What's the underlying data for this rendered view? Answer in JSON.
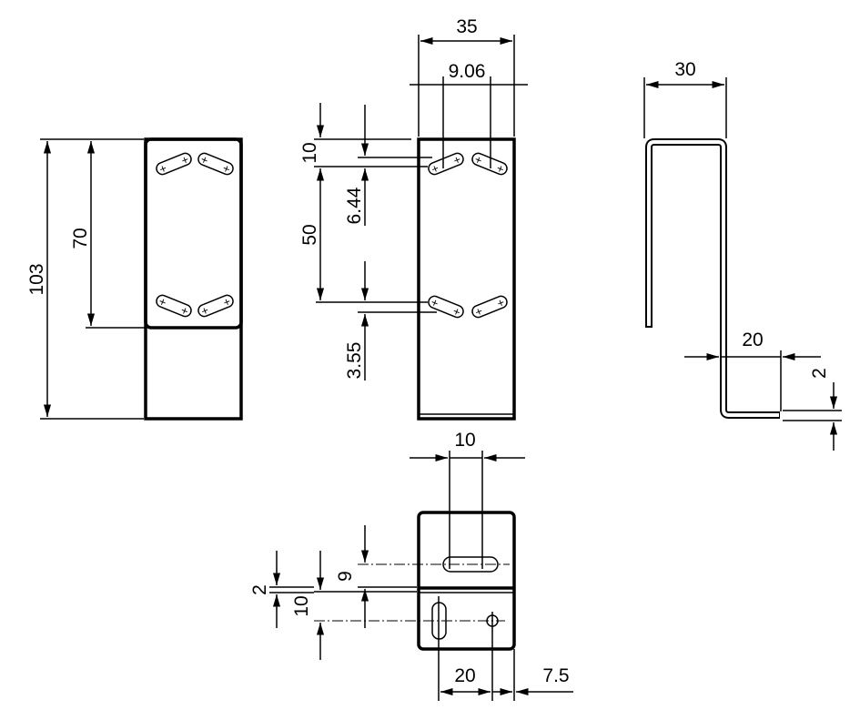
{
  "views": {
    "left": {
      "dim_height": "103",
      "dim_plate": "70"
    },
    "front": {
      "dim_width": "35",
      "dim_slot_spacing": "9.06",
      "dim_top": "10",
      "dim_vertical": "50",
      "dim_offset_top": "6.44",
      "dim_offset_bottom": "3.55"
    },
    "side": {
      "dim_depth": "30",
      "dim_foot": "20",
      "dim_thickness": "2"
    },
    "bottom": {
      "dim_slot_width": "10",
      "dim_slot_pos": "9",
      "dim_hole_pos": "10",
      "dim_bend": "2",
      "dim_hole_spacing": "20",
      "dim_edge": "7.5"
    }
  },
  "colors": {
    "line": "#000000",
    "background": "#ffffff"
  }
}
